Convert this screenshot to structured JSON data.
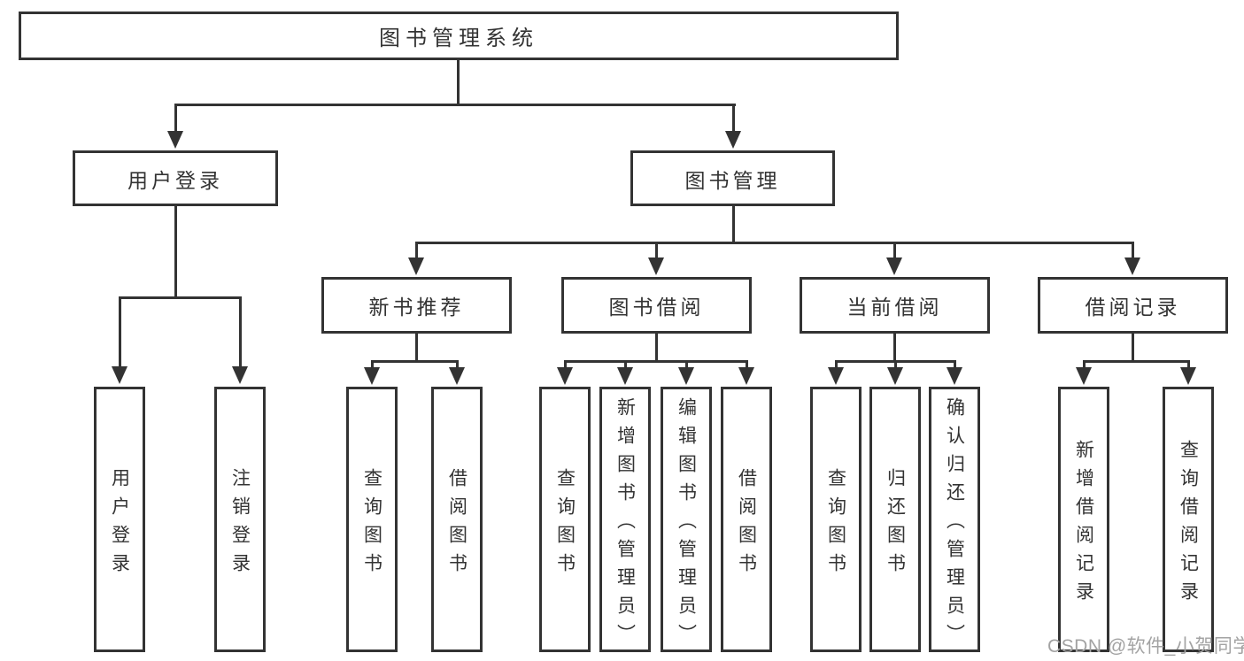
{
  "diagram": {
    "type": "hierarchy-tree",
    "watermark": "CSDN @软件_小贺同学",
    "colors": {
      "line": "#333333",
      "text": "#333333",
      "box_background": "#ffffff",
      "watermark": "#a3a3a3",
      "background": "#ffffff"
    }
  },
  "tree": {
    "root": "图书管理系统",
    "branches": [
      {
        "label": "用户登录",
        "leaves": [
          "用户登录",
          "注销登录"
        ]
      },
      {
        "label": "图书管理",
        "groups": [
          {
            "label": "新书推荐",
            "leaves": [
              "查询图书",
              "借阅图书"
            ]
          },
          {
            "label": "图书借阅",
            "leaves": [
              "查询图书",
              "新增图书（管理员）",
              "编辑图书（管理员）",
              "借阅图书"
            ]
          },
          {
            "label": "当前借阅",
            "leaves": [
              "查询图书",
              "归还图书",
              "确认归还（管理员）"
            ]
          },
          {
            "label": "借阅记录",
            "leaves": [
              "新增借阅记录",
              "查询借阅记录"
            ]
          }
        ]
      }
    ]
  }
}
